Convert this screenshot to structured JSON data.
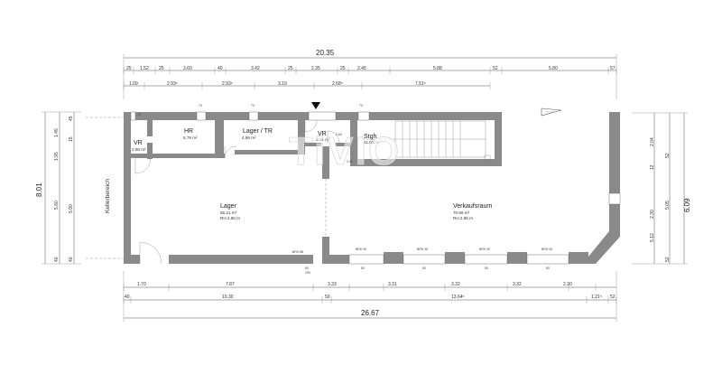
{
  "overall": {
    "top_width": "20.35",
    "bottom_width": "26.67",
    "left_height": "8.01",
    "right_height": "6.09"
  },
  "top_row1": [
    "25",
    "1.52",
    "25",
    "3.60",
    "40",
    "3.42",
    "25",
    "2.35",
    "25",
    "2.45",
    "5.88",
    "52",
    "5.80",
    "57"
  ],
  "top_row2": [
    "1.09",
    "2.93⁵",
    "2.93⁵",
    "3.19",
    "2.68⁵",
    "7.51⁵"
  ],
  "bottom_row1": [
    "1.70",
    "7.87",
    "3.33",
    "3.31",
    "3.32",
    "3.32",
    "2.30"
  ],
  "bottom_row2": [
    "40",
    "10.30",
    "50",
    "13.64⁵",
    "1.21⁵",
    "52"
  ],
  "left_dims": [
    "45",
    "1.45",
    "15",
    "1.95",
    "5.60",
    "5.90",
    "40",
    "40"
  ],
  "right_dims": [
    "2.04",
    "12",
    "52",
    "2.30",
    "5.05",
    "5.12",
    "52"
  ],
  "side_label": "Kellerbereich",
  "rooms": {
    "vr1": {
      "name": "VR",
      "area": "2.96 m²"
    },
    "hr": {
      "name": "HR",
      "area": "5.79 m²"
    },
    "lager_tr": {
      "name": "Lager / TR",
      "area": "4.96 m²"
    },
    "vr2": {
      "name": "VR",
      "area": "3.41 m²"
    },
    "stgh": {
      "name": "Stgh.",
      "area": "11.05 m²"
    },
    "lager": {
      "name": "Lager",
      "area": "55.21 m²",
      "height": "RH 2.80 m"
    },
    "verkauf": {
      "name": "Verkaufsraum",
      "area": "70.66 m²",
      "height": "RH 2.95 m"
    }
  },
  "small_labels": {
    "brh": "BRH 30",
    "brh_b": "BRH 88",
    "door_w": "80",
    "door_h": "200",
    "small_dim_a": "2.40",
    "small_dim_b": "2.60",
    "window_a": "70",
    "window_b": "130"
  },
  "watermark": "TiVIO"
}
